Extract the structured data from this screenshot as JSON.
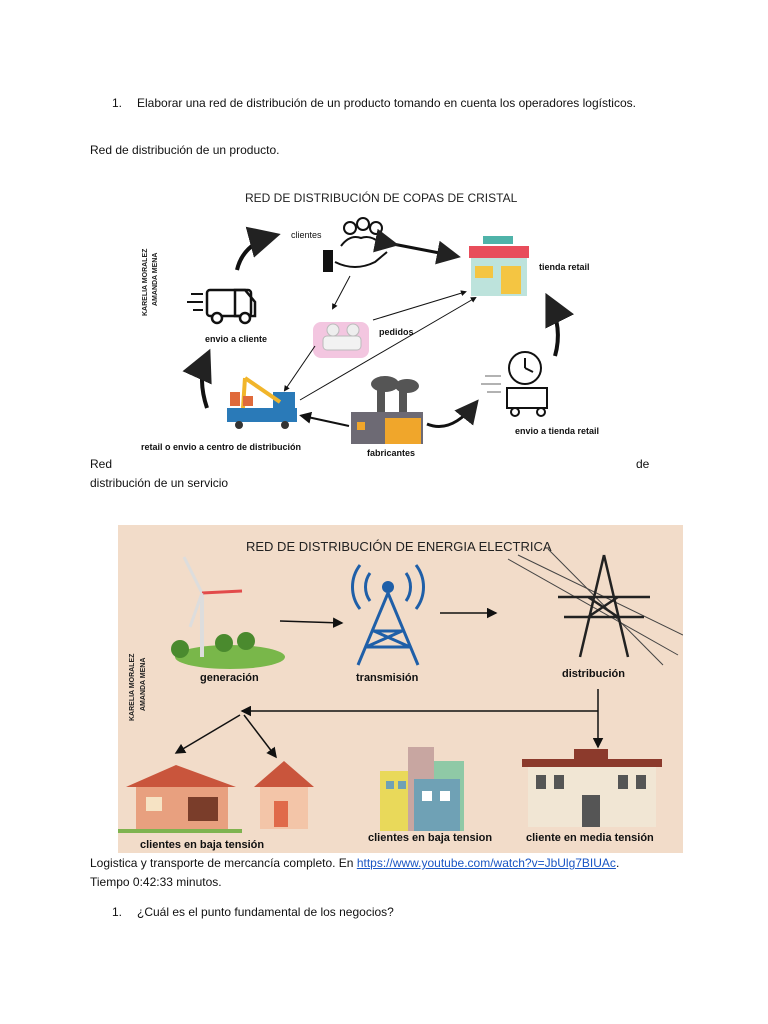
{
  "item1": {
    "number": "1.",
    "text": "Elaborar una red de distribución de un producto tomando en cuenta los operadores logísticos."
  },
  "section_product": "Red de distribución de un producto.",
  "figure_product": {
    "title": "RED DE DISTRIBUCIÓN DE COPAS DE CRISTAL",
    "authors": [
      "KARELIA MORALEZ",
      "AMANDA MENA"
    ],
    "labels": {
      "clientes": "clientes",
      "tienda": "tienda retail",
      "pedidos": "pedidos",
      "envio_cliente": "envio a cliente",
      "envio_tienda": "envio a tienda retail",
      "retail_centro": "retail o envio a centro de distribución",
      "fabricantes": "fabricantes"
    }
  },
  "section_service": {
    "word_left": "Red",
    "word_right": "de",
    "line2": "distribución de un servicio"
  },
  "figure_service": {
    "title": "RED DE DISTRIBUCIÓN DE ENERGIA ELECTRICA",
    "authors": [
      "KARELIA MORALEZ",
      "AMANDA MENA"
    ],
    "labels": {
      "generacion": "generación",
      "transmision": "transmisión",
      "distribucion": "distribución",
      "baja1": "clientes en baja tensión",
      "baja2": "clientes en baja tension",
      "media": "cliente en media tensión"
    }
  },
  "logistics": {
    "prefix": "Logistica y transporte de mercancía completo. En ",
    "link": "https://www.youtube.com/watch?v=JbUlg7BIUAc",
    "suffix": ".",
    "time": "Tiempo 0:42:33 minutos."
  },
  "item2": {
    "number": "1.",
    "text": "¿Cuál es el punto fundamental de los negocios?"
  },
  "colors": {
    "figure2_bg": "#f2dcc9",
    "link": "#1a56c4"
  }
}
